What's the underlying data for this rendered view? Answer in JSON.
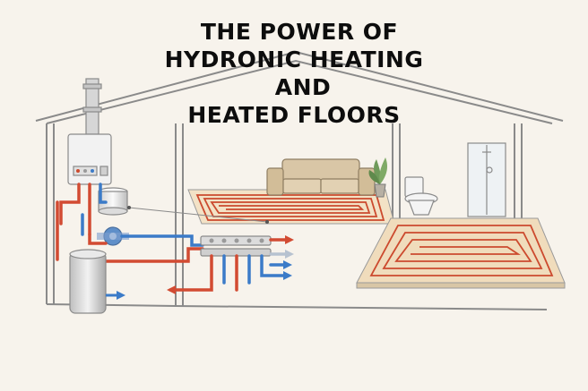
{
  "title": {
    "line1": "THE POWER OF",
    "line2": "HYDRONIC HEATING",
    "line3": "AND",
    "line4": "HEATED FLOORS"
  },
  "colors": {
    "background": "#f7f3ec",
    "outline": "#7a7a7a",
    "hot_pipe": "#d24b32",
    "cold_pipe": "#3b7bc8",
    "floor": "#f0e0c4",
    "sofa": "#d9c6a6",
    "plant": "#6f9a5a"
  },
  "icons": [
    "boiler-icon",
    "expansion-tank-icon",
    "pump-icon",
    "water-heater-icon",
    "manifold-icon",
    "sofa-icon",
    "plant-icon",
    "toilet-icon",
    "shower-icon"
  ]
}
